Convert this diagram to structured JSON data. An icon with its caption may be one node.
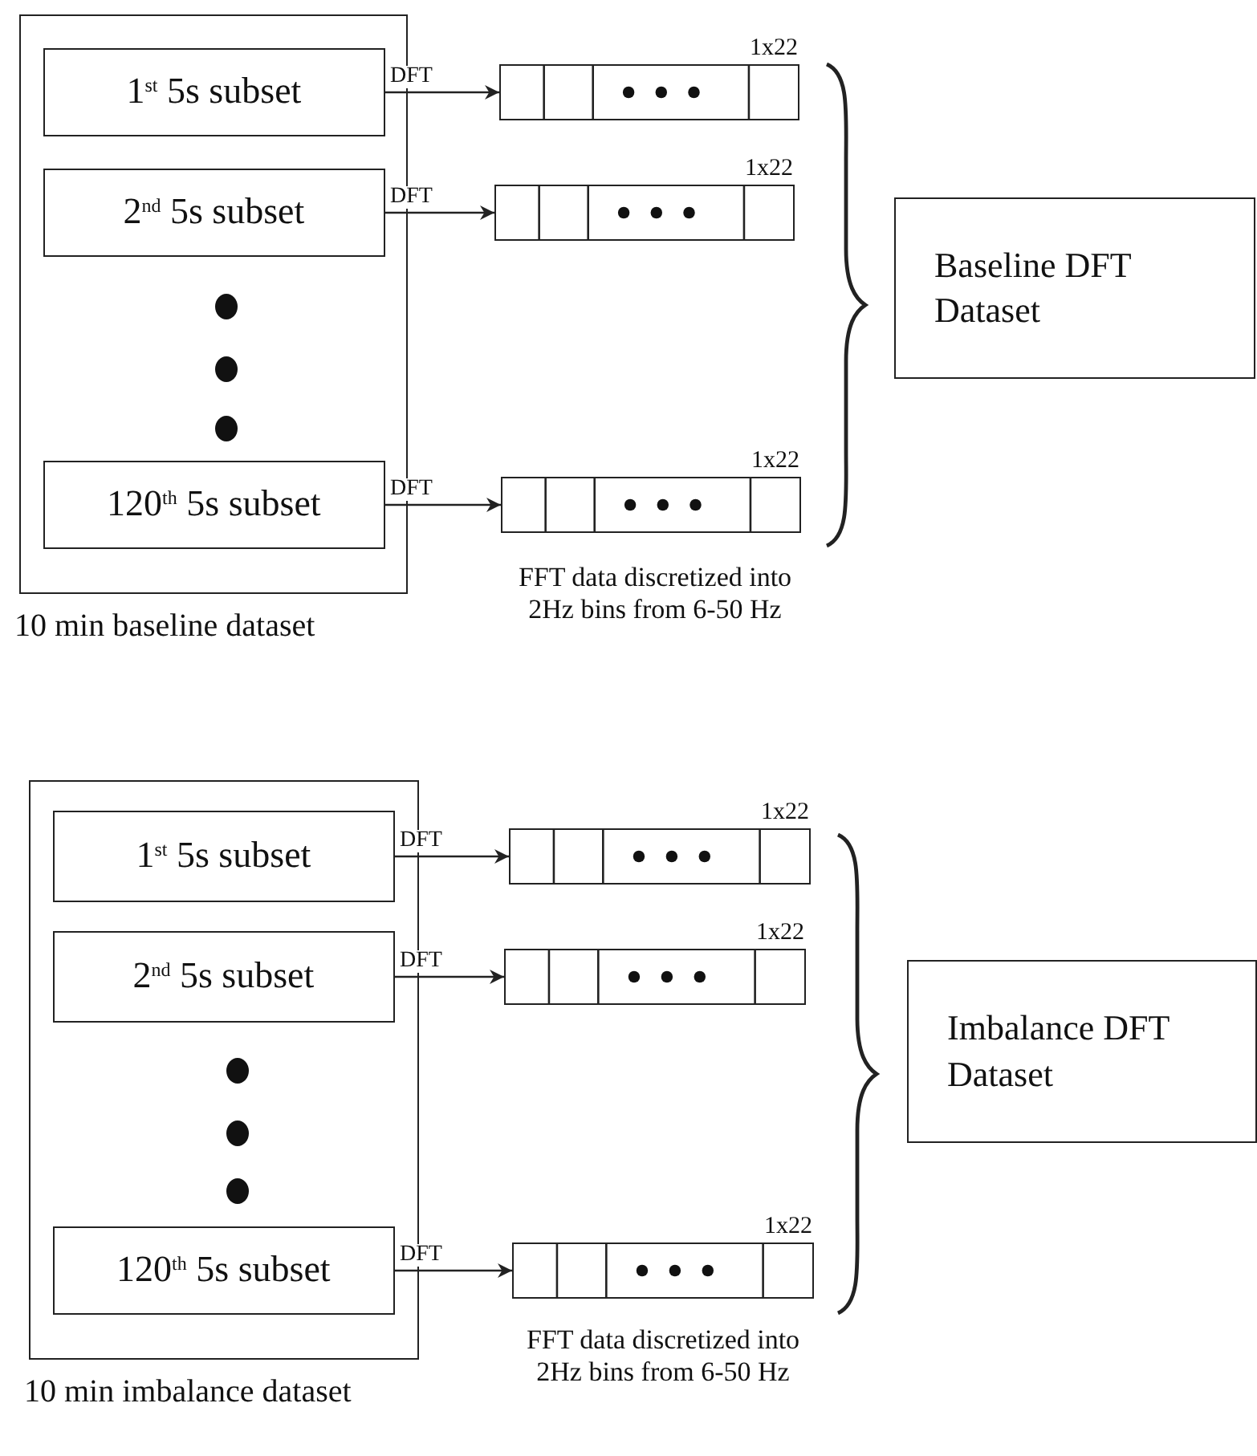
{
  "diagram": {
    "nodes": [
      {
        "text": [
          "10 min baseline dataset"
        ]
      },
      {
        "text": [
          "1$^{st}$ 5s subset"
        ],
        "in": 0
      },
      {
        "text": [
          "2$^{nd}$ 5s subset"
        ],
        "in": 0
      },
      {
        "text": [
          "120$^{th}$ 5s subset"
        ],
        "in": 0
      },
      {
        "text": [],
        "shape": "box",
        "beside": [
          "1x22"
        ]
      },
      {
        "text": [],
        "shape": "box",
        "beside": [
          "1x22"
        ]
      },
      {
        "text": [],
        "shape": "box",
        "beside": [
          "1x22"
        ]
      },
      {
        "text": [
          "Baseline DFT Dataset"
        ]
      },
      {
        "text": [
          "10 min imbalance dataset"
        ]
      },
      {
        "text": [
          "1$^{st}$ 5s subset"
        ],
        "in": 8
      },
      {
        "text": [
          "2$^{nd}$ 5s subset"
        ],
        "in": 8
      },
      {
        "text": [
          "120$^{th}$ 5s subset"
        ],
        "in": 8
      },
      {
        "text": [],
        "shape": "box",
        "beside": [
          "1x22"
        ]
      },
      {
        "text": [],
        "shape": "box",
        "beside": [
          "1x22"
        ]
      },
      {
        "text": [],
        "shape": "box",
        "beside": [
          "1x22"
        ]
      },
      {
        "text": [
          "Imbalance DFT Dataset"
        ]
      }
    ],
    "edges": [
      {
        "from": 1,
        "to": 4,
        "arrow": "to",
        "label": "DFT"
      },
      {
        "from": 2,
        "to": 5,
        "arrow": "to",
        "label": "DFT"
      },
      {
        "from": 3,
        "to": 6,
        "arrow": "to",
        "label": "DFT"
      },
      {
        "from": 9,
        "to": 12,
        "arrow": "to",
        "label": "DFT"
      },
      {
        "from": 10,
        "to": 13,
        "arrow": "to",
        "label": "DFT"
      },
      {
        "from": 11,
        "to": 14,
        "arrow": "to",
        "label": "DFT"
      }
    ],
    "labels": [
      "FFT data discretized into 2Hz bins from 6-50 Hz",
      "FFT data discretized into 2Hz bins from 6-50 Hz"
    ]
  }
}
